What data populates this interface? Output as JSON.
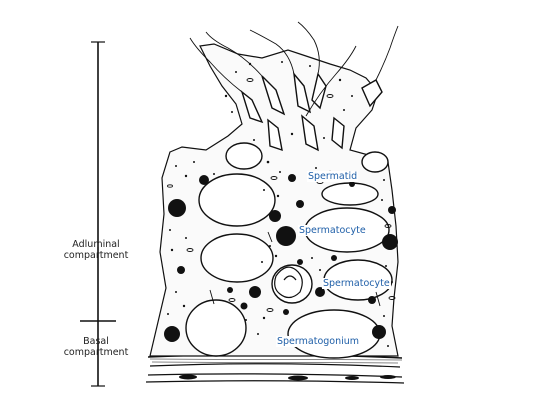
{
  "compartments": {
    "adluminal": [
      "Adluminal",
      "compartment"
    ],
    "basal": [
      "Basal",
      "compartment"
    ]
  },
  "cells": {
    "spermatid": "Spermatid",
    "spermatocyte_upper": "Spermatocyte",
    "spermatocyte_lower": "Spermatocyte",
    "spermatogonium": "Spermatogonium"
  },
  "colors": {
    "ink": "#111111",
    "label_blue": "#1f5fa8"
  }
}
